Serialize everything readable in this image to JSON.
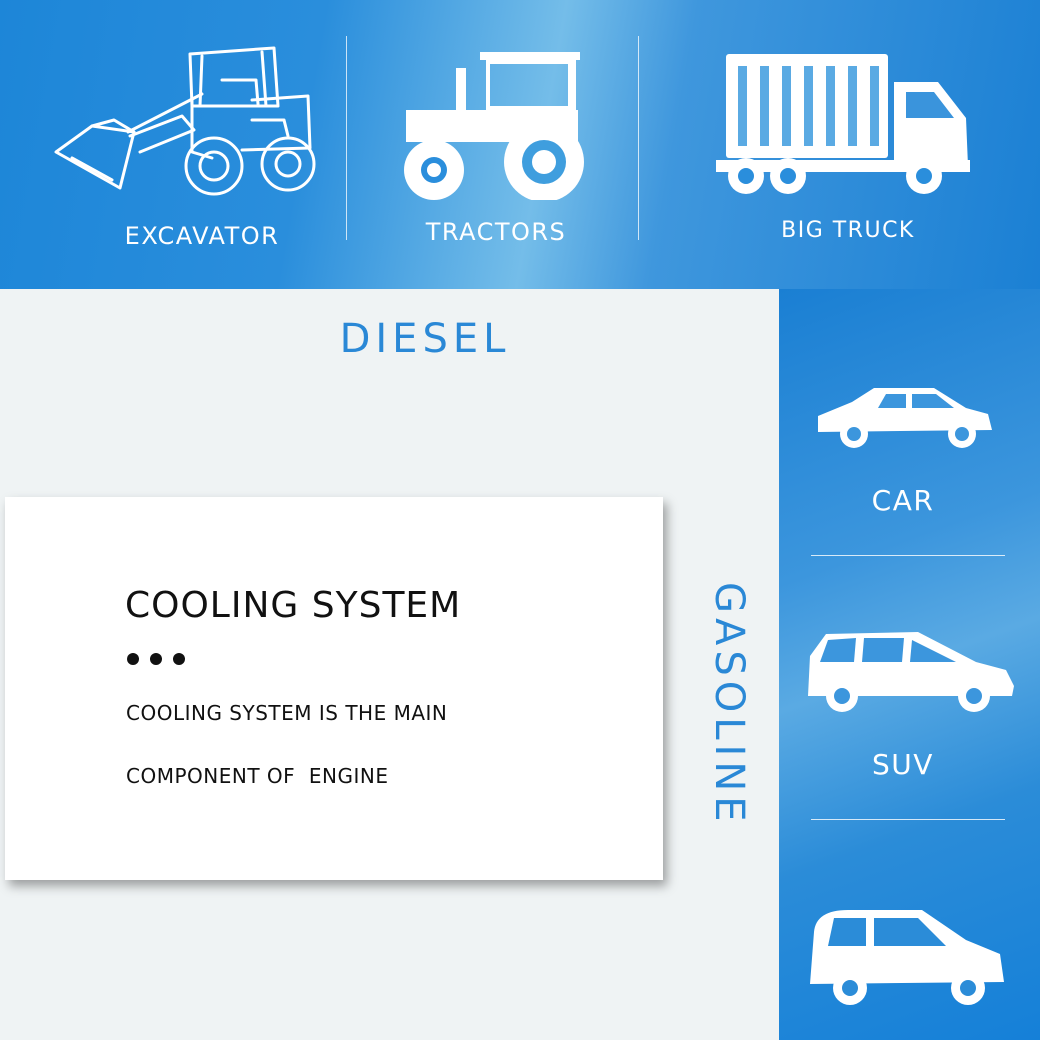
{
  "top_vehicles": [
    {
      "label": "EXCAVATOR",
      "icon": "excavator-icon"
    },
    {
      "label": "TRACTORS",
      "icon": "tractor-icon"
    },
    {
      "label": "BIG TRUCK",
      "icon": "truck-icon"
    }
  ],
  "diesel_label": "DIESEL",
  "gasoline_label": "GASOLINE",
  "side_vehicles": [
    {
      "label": "CAR",
      "icon": "car-icon"
    },
    {
      "label": "SUV",
      "icon": "suv-icon"
    },
    {
      "label": "",
      "icon": "hatchback-icon"
    }
  ],
  "card": {
    "title": "COOLING SYSTEM",
    "line1": "COOLING SYSTEM IS THE MAIN",
    "line2": "COMPONENT OF  ENGINE"
  },
  "colors": {
    "brand_blue": "#1d86d8",
    "label_blue": "#2a88d6",
    "background": "#eff3f4",
    "card": "#ffffff"
  }
}
